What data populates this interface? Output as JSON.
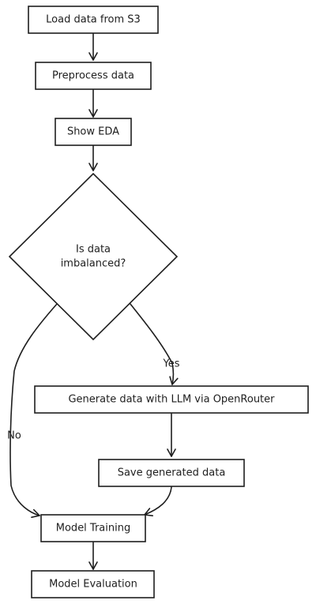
{
  "diagram": {
    "nodes": {
      "load": {
        "label": "Load data from S3"
      },
      "preprocess": {
        "label": "Preprocess data"
      },
      "eda": {
        "label": "Show EDA"
      },
      "decision": {
        "line1": "Is data",
        "line2": "imbalanced?"
      },
      "generate": {
        "label": "Generate data with LLM via OpenRouter"
      },
      "save": {
        "label": "Save generated data"
      },
      "train": {
        "label": "Model Training"
      },
      "evaluate": {
        "label": "Model Evaluation"
      }
    },
    "edges": {
      "yes_label": "Yes",
      "no_label": "No"
    }
  }
}
